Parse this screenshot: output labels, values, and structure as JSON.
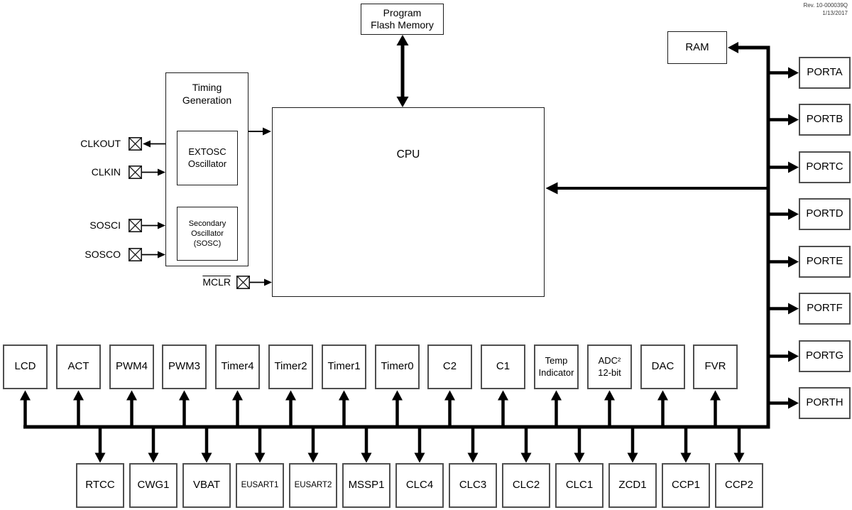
{
  "meta": {
    "rev_line1": "Rev. 10-000039Q",
    "rev_line2": "1/13/2017"
  },
  "blocks": {
    "program_flash": "Program\nFlash Memory",
    "ram": "RAM",
    "cpu": "CPU",
    "timing_generation": "Timing\nGeneration",
    "extosc": "EXTOSC\nOscillator",
    "sosc": "Secondary\nOscillator\n(SOSC)"
  },
  "pins": [
    {
      "label": "CLKOUT",
      "overline": false
    },
    {
      "label": "CLKIN",
      "overline": false
    },
    {
      "label": "SOSCI",
      "overline": false
    },
    {
      "label": "SOSCO",
      "overline": false
    },
    {
      "label": "MCLR",
      "overline": true
    }
  ],
  "ports": [
    "PORTA",
    "PORTB",
    "PORTC",
    "PORTD",
    "PORTE",
    "PORTF",
    "PORTG",
    "PORTH"
  ],
  "peripherals_top": [
    "LCD",
    "ACT",
    "PWM4",
    "PWM3",
    "Timer4",
    "Timer2",
    "Timer1",
    "Timer0",
    "C2",
    "C1",
    "Temp\nIndicator",
    "ADC²\n12-bit",
    "DAC",
    "FVR"
  ],
  "peripherals_bottom": [
    "RTCC",
    "CWG1",
    "VBAT",
    "EUSART1",
    "EUSART2",
    "MSSP1",
    "CLC4",
    "CLC3",
    "CLC2",
    "CLC1",
    "ZCD1",
    "CCP1",
    "CCP2"
  ],
  "colors": {
    "line": "#000000",
    "box_border_small": "#4f4f4f",
    "box_border_large": "#1d1d1d",
    "background": "#ffffff",
    "text": "#000000"
  }
}
